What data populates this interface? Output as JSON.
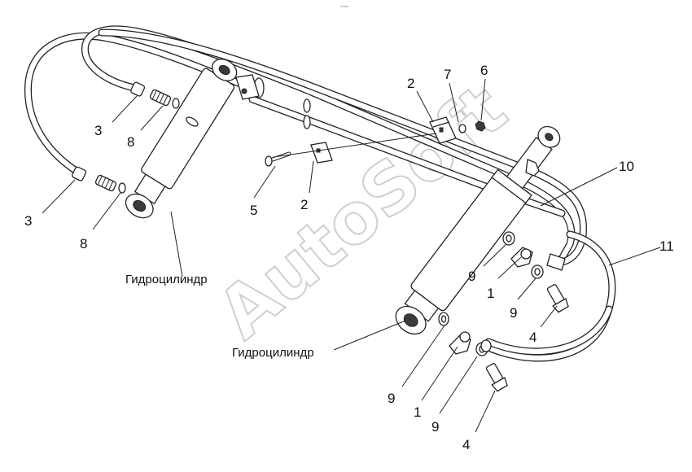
{
  "watermark": "AutoSoft",
  "captions": {
    "left_cylinder": "Гидроцилиндр",
    "right_cylinder": "Гидроцилиндр"
  },
  "callouts": [
    {
      "id": "c1",
      "text": "2"
    },
    {
      "id": "c2",
      "text": "7"
    },
    {
      "id": "c3",
      "text": "6"
    },
    {
      "id": "c4",
      "text": "3"
    },
    {
      "id": "c5",
      "text": "8"
    },
    {
      "id": "c6",
      "text": "5"
    },
    {
      "id": "c7",
      "text": "2"
    },
    {
      "id": "c8",
      "text": "10"
    },
    {
      "id": "c9",
      "text": "3"
    },
    {
      "id": "c10",
      "text": "8"
    },
    {
      "id": "c11",
      "text": "11"
    },
    {
      "id": "c12",
      "text": "9"
    },
    {
      "id": "c13",
      "text": "1"
    },
    {
      "id": "c14",
      "text": "9"
    },
    {
      "id": "c15",
      "text": "4"
    },
    {
      "id": "c16",
      "text": "9"
    },
    {
      "id": "c17",
      "text": "1"
    },
    {
      "id": "c18",
      "text": "9"
    },
    {
      "id": "c19",
      "text": "4"
    }
  ]
}
